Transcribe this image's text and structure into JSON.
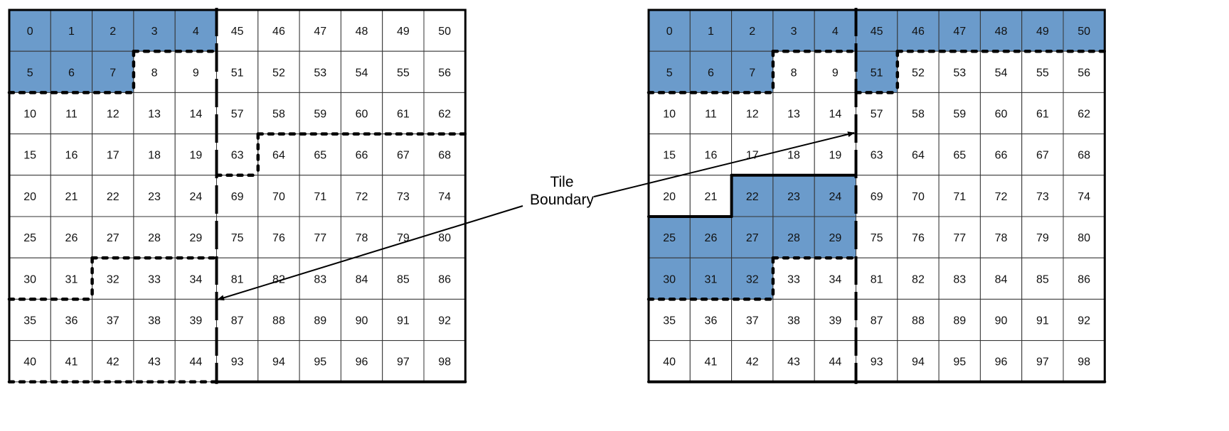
{
  "fill_color": "#6b9bcb",
  "label": {
    "line1": "Tile",
    "line2": "Boundary"
  },
  "grids": [
    {
      "name": "left-grid",
      "rows": [
        [
          0,
          1,
          2,
          3,
          4,
          45,
          46,
          47,
          48,
          49,
          50
        ],
        [
          5,
          6,
          7,
          8,
          9,
          51,
          52,
          53,
          54,
          55,
          56
        ],
        [
          10,
          11,
          12,
          13,
          14,
          57,
          58,
          59,
          60,
          61,
          62
        ],
        [
          15,
          16,
          17,
          18,
          19,
          63,
          64,
          65,
          66,
          67,
          68
        ],
        [
          20,
          21,
          22,
          23,
          24,
          69,
          70,
          71,
          72,
          73,
          74
        ],
        [
          25,
          26,
          27,
          28,
          29,
          75,
          76,
          77,
          78,
          79,
          80
        ],
        [
          30,
          31,
          32,
          33,
          34,
          81,
          82,
          83,
          84,
          85,
          86
        ],
        [
          35,
          36,
          37,
          38,
          39,
          87,
          88,
          89,
          90,
          91,
          92
        ],
        [
          40,
          41,
          42,
          43,
          44,
          93,
          94,
          95,
          96,
          97,
          98
        ]
      ],
      "shaded": [
        0,
        1,
        2,
        3,
        4,
        5,
        6,
        7
      ]
    },
    {
      "name": "right-grid",
      "rows": [
        [
          0,
          1,
          2,
          3,
          4,
          45,
          46,
          47,
          48,
          49,
          50
        ],
        [
          5,
          6,
          7,
          8,
          9,
          51,
          52,
          53,
          54,
          55,
          56
        ],
        [
          10,
          11,
          12,
          13,
          14,
          57,
          58,
          59,
          60,
          61,
          62
        ],
        [
          15,
          16,
          17,
          18,
          19,
          63,
          64,
          65,
          66,
          67,
          68
        ],
        [
          20,
          21,
          22,
          23,
          24,
          69,
          70,
          71,
          72,
          73,
          74
        ],
        [
          25,
          26,
          27,
          28,
          29,
          75,
          76,
          77,
          78,
          79,
          80
        ],
        [
          30,
          31,
          32,
          33,
          34,
          81,
          82,
          83,
          84,
          85,
          86
        ],
        [
          35,
          36,
          37,
          38,
          39,
          87,
          88,
          89,
          90,
          91,
          92
        ],
        [
          40,
          41,
          42,
          43,
          44,
          93,
          94,
          95,
          96,
          97,
          98
        ]
      ],
      "shaded": [
        0,
        1,
        2,
        3,
        4,
        5,
        6,
        7,
        45,
        46,
        47,
        48,
        49,
        50,
        51,
        22,
        23,
        24,
        25,
        26,
        27,
        28,
        29,
        30,
        31,
        32
      ]
    }
  ]
}
